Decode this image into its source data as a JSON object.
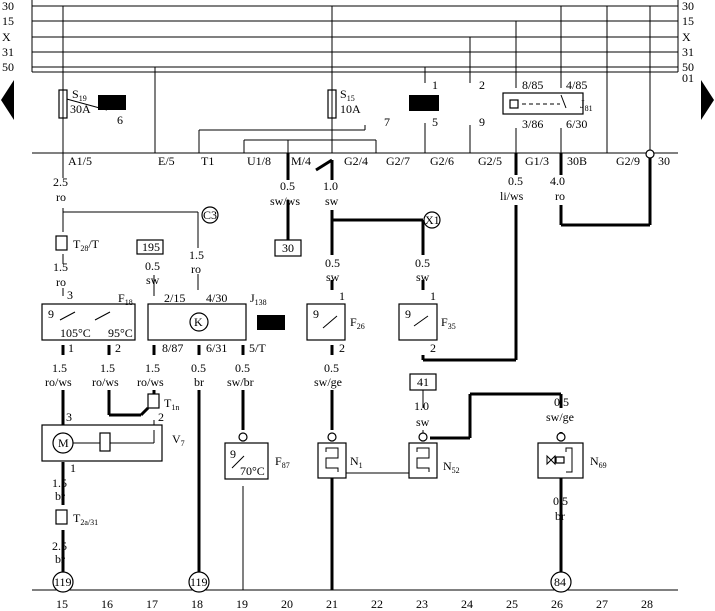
{
  "bus": {
    "left": [
      "30",
      "15",
      "X",
      "31",
      "50"
    ],
    "right": [
      "30",
      "15",
      "X",
      "31",
      "50",
      "01"
    ]
  },
  "relay_panel": {
    "s19": {
      "name": "S",
      "sub": "19",
      "rating": "30A",
      "pin": "6"
    },
    "s15": {
      "name": "S",
      "sub": "15",
      "rating": "10A",
      "pin": "7"
    },
    "pins": [
      "1",
      "5",
      "2",
      "9"
    ],
    "j81": {
      "name": "J",
      "sub": "81",
      "top_left": "8/85",
      "top_right": "4/85",
      "bottom_left": "3/86",
      "bottom_right": "6/30"
    }
  },
  "connectors": [
    "A1/5",
    "E/5",
    "T1",
    "U1/8",
    "M/4",
    "G2/4",
    "G2/7",
    "G2/6",
    "G2/5",
    "G1/3",
    "30B",
    "G2/9",
    "30"
  ],
  "wires": {
    "a1_25": "2.5",
    "a1_ro": "ro",
    "m4_05": "0.5",
    "m4_swws": "sw/ws",
    "g24_10": "1.0",
    "g24_sw": "sw",
    "g25_05": "0.5",
    "g25_liws": "li/ws",
    "g13_40": "4.0",
    "g13_ro": "ro",
    "t28_15": "1.5",
    "t28_ro": "ro",
    "ref_05": "0.5",
    "ref_sw": "sw",
    "c3_15": "1.5",
    "c3_ro": "ro",
    "n1_05a": "0.5",
    "n1_swa": "sw",
    "x1_05": "0.5",
    "x1_sw": "sw",
    "f18_1_15": "1.5",
    "f18_1_rows": "ro/ws",
    "f18_2_15": "1.5",
    "f18_2_rows": "ro/ws",
    "j138_8_15": "1.5",
    "j138_8_rows": "ro/ws",
    "j138_6_05": "0.5",
    "j138_6_br": "br",
    "j138_5_05": "0.5",
    "j138_5_swbr": "sw/br",
    "f26_05": "0.5",
    "f26_swge": "sw/ge",
    "n52_10": "1.0",
    "n52_sw": "sw",
    "n69_05": "0.5",
    "n69_swge": "sw/ge",
    "v7_15": "1.5",
    "v7_br": "br",
    "t2a_25": "2.5",
    "t2a_br": "br",
    "n69b_05": "0.5",
    "n69b_br": "br"
  },
  "refs": {
    "c3": "C3",
    "x1": "X1",
    "r195": "195",
    "r30": "30",
    "r41": "41",
    "g119a": "119",
    "g119b": "119",
    "g84": "84"
  },
  "components": {
    "t28": {
      "name": "T",
      "sub": "28",
      "suffix": "/T"
    },
    "f18": {
      "name": "F",
      "sub": "18",
      "temp1": "105°C",
      "temp2": "95°C",
      "p3": "3",
      "p1": "1",
      "p2": "2"
    },
    "j138": {
      "name": "J",
      "sub": "138",
      "k": "K",
      "p2": "2/15",
      "p4": "4/30",
      "p8": "8/87",
      "p6": "6/31",
      "p5": "5/T"
    },
    "f26": {
      "name": "F",
      "sub": "26",
      "p1": "1",
      "p2": "2"
    },
    "f35": {
      "name": "F",
      "sub": "35",
      "p1": "1",
      "p2": "2"
    },
    "t1n": {
      "name": "T",
      "sub": "1n"
    },
    "v7": {
      "name": "V",
      "sub": "7",
      "m": "M",
      "p3": "3",
      "p1": "1",
      "p2": "2"
    },
    "f87": {
      "name": "F",
      "sub": "87",
      "temp": "70°C"
    },
    "n1": {
      "name": "N",
      "sub": "1"
    },
    "n52": {
      "name": "N",
      "sub": "52"
    },
    "n69": {
      "name": "N",
      "sub": "69"
    },
    "t2a": {
      "name": "T",
      "sub": "2a/31"
    },
    "f18_9": "9",
    "f26_9": "9",
    "f35_9": "9",
    "f87_9": "9"
  },
  "track_numbers": [
    "15",
    "16",
    "17",
    "18",
    "19",
    "20",
    "21",
    "22",
    "23",
    "24",
    "25",
    "26",
    "27",
    "28"
  ]
}
